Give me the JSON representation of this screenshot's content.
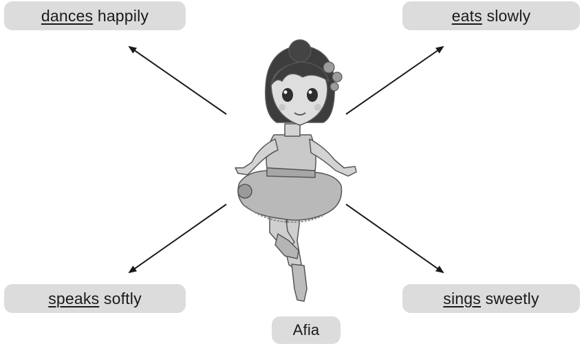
{
  "phrases": {
    "top_left": {
      "verb": "dances",
      "adverb": "happily"
    },
    "top_right": {
      "verb": "eats",
      "adverb": "slowly"
    },
    "bottom_left": {
      "verb": "speaks",
      "adverb": "softly"
    },
    "bottom_right": {
      "verb": "sings",
      "adverb": "sweetly"
    }
  },
  "character": {
    "name": "Afia",
    "illustration": "ballerina-girl",
    "palette": {
      "label_bg": "#dcdcdc",
      "arrow": "#1a1a1a",
      "ink": "#555555"
    }
  }
}
